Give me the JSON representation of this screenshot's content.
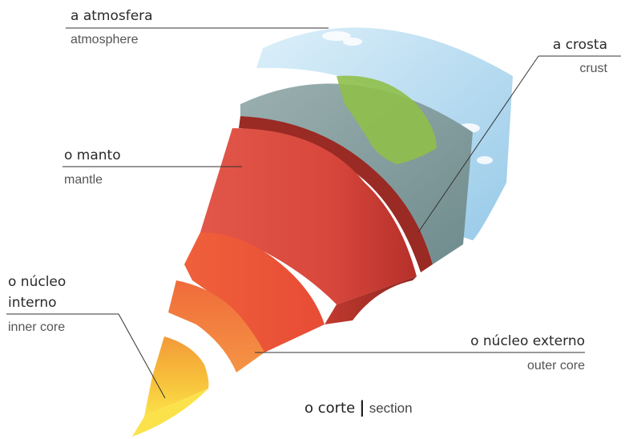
{
  "labels": {
    "atmosphere": {
      "pt": "a atmosfera",
      "en": "atmosphere"
    },
    "crust": {
      "pt": "a crosta",
      "en": "crust"
    },
    "mantle": {
      "pt": "o manto",
      "en": "mantle"
    },
    "inner_core": {
      "pt_line1": "o núcleo",
      "pt_line2": "interno",
      "en": "inner core"
    },
    "outer_core": {
      "pt": "o núcleo externo",
      "en": "outer core"
    }
  },
  "caption": {
    "pt": "o corte",
    "separator": "|",
    "en": "section"
  },
  "colors": {
    "atmosphere": "#a9d6ef",
    "crust_top": "#8fa7a8",
    "land": "#8fbf4a",
    "mantle": "#d9443a",
    "outer_core": "#f07a3c",
    "inner_core": "#f7c63a",
    "leader_line": "#333333"
  }
}
